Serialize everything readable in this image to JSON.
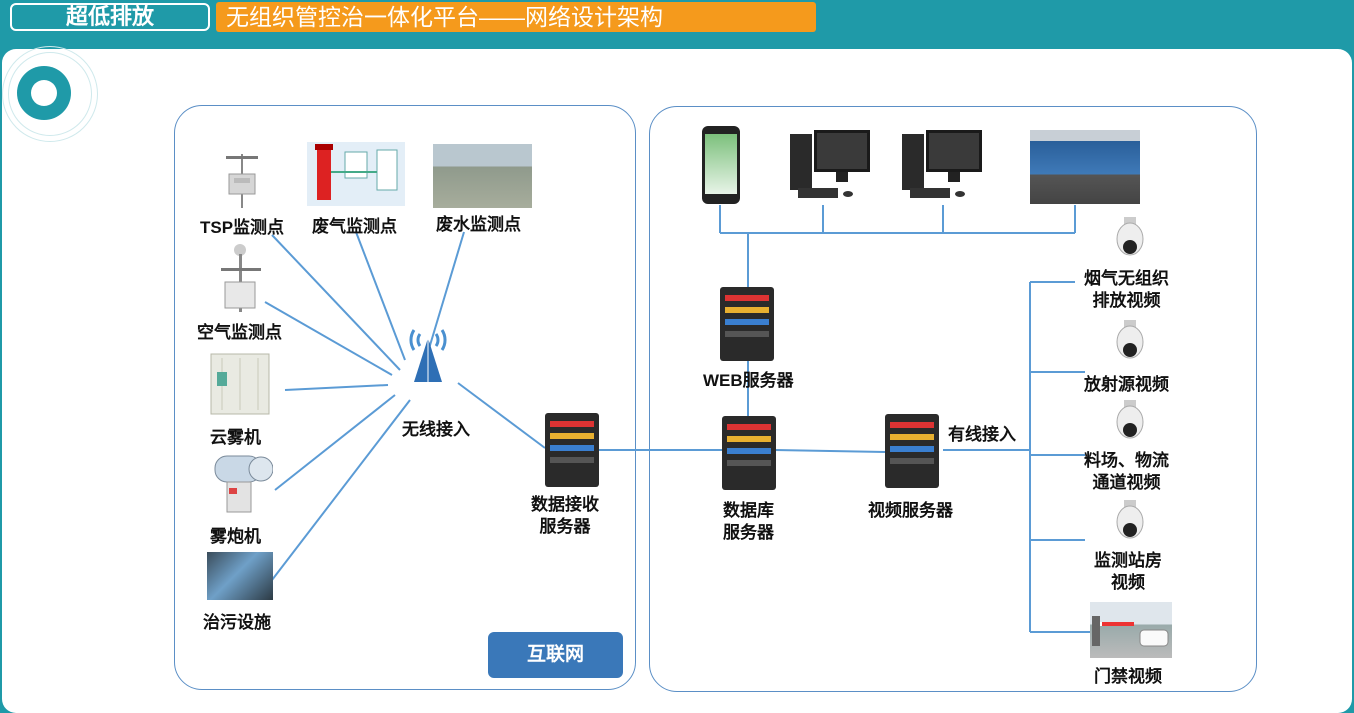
{
  "header": {
    "tag": "超低排放",
    "title": "无组织管控治一体化平台——网络设计架构"
  },
  "left_panel": {
    "tsp": "TSP监测点",
    "exhaust": "废气监测点",
    "wastewater": "废水监测点",
    "air": "空气监测点",
    "mist_machine": "云雾机",
    "fog_cannon": "雾炮机",
    "treatment": "治污设施",
    "wireless": "无线接入",
    "receiver_line1": "数据接收",
    "receiver_line2": "服务器",
    "internet": "互联网"
  },
  "right_panel": {
    "web_server": "WEB服务器",
    "db_line1": "数据库",
    "db_line2": "服务器",
    "video_server": "视频服务器",
    "wired": "有线接入",
    "cam1_line1": "烟气无组织",
    "cam1_line2": "排放视频",
    "cam2": "放射源视频",
    "cam3_line1": "料场、物流",
    "cam3_line2": "通道视频",
    "cam4_line1": "监测站房",
    "cam4_line2": "视频",
    "gate": "门禁视频"
  },
  "colors": {
    "teal": "#1f9aa8",
    "orange": "#f59a1c",
    "line": "#5b9bd5",
    "button": "#3a78b9"
  }
}
